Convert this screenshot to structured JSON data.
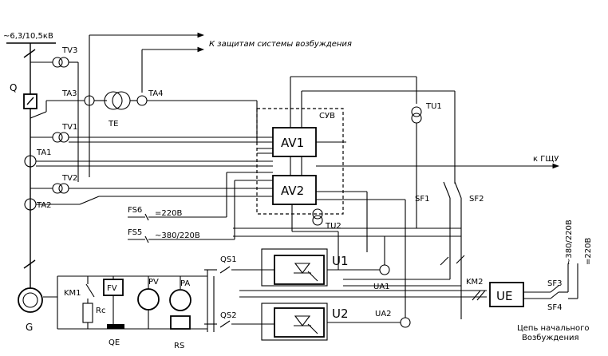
{
  "supply_voltage": "~6,3/10,5кВ",
  "protection_note": "К защитам системы возбуждения",
  "to_gschu": "к ГЩУ",
  "system_label": "СУВ",
  "regulators": [
    "AV1",
    "AV2"
  ],
  "converters": [
    "U1",
    "U2"
  ],
  "initial_excitation_unit": "UE",
  "initial_excitation_caption": [
    "Цепь начального",
    "Возбуждения"
  ],
  "fuse_lines": [
    {
      "fuse": "FS6",
      "voltage": "=220В"
    },
    {
      "fuse": "FS5",
      "voltage": "~380/220В"
    }
  ],
  "supply_tags": [
    "~380/220В",
    "=220В"
  ],
  "labels": {
    "tv1": "TV1",
    "tv2": "TV2",
    "tv3": "TV3",
    "ta1": "TA1",
    "ta2": "TA2",
    "ta3": "TA3",
    "ta4": "TA4",
    "te": "TE",
    "tu1": "TU1",
    "tu2": "TU2",
    "q": "Q",
    "g": "G",
    "km1": "KM1",
    "km2": "KM2",
    "fv": "FV",
    "pv": "PV",
    "pa": "PA",
    "rc": "Rc",
    "qe": "QE",
    "rs": "RS",
    "qs1": "QS1",
    "qs2": "QS2",
    "ua1": "UA1",
    "ua2": "UA2",
    "sf1": "SF1",
    "sf2": "SF2",
    "sf3": "SF3",
    "sf4": "SF4"
  }
}
